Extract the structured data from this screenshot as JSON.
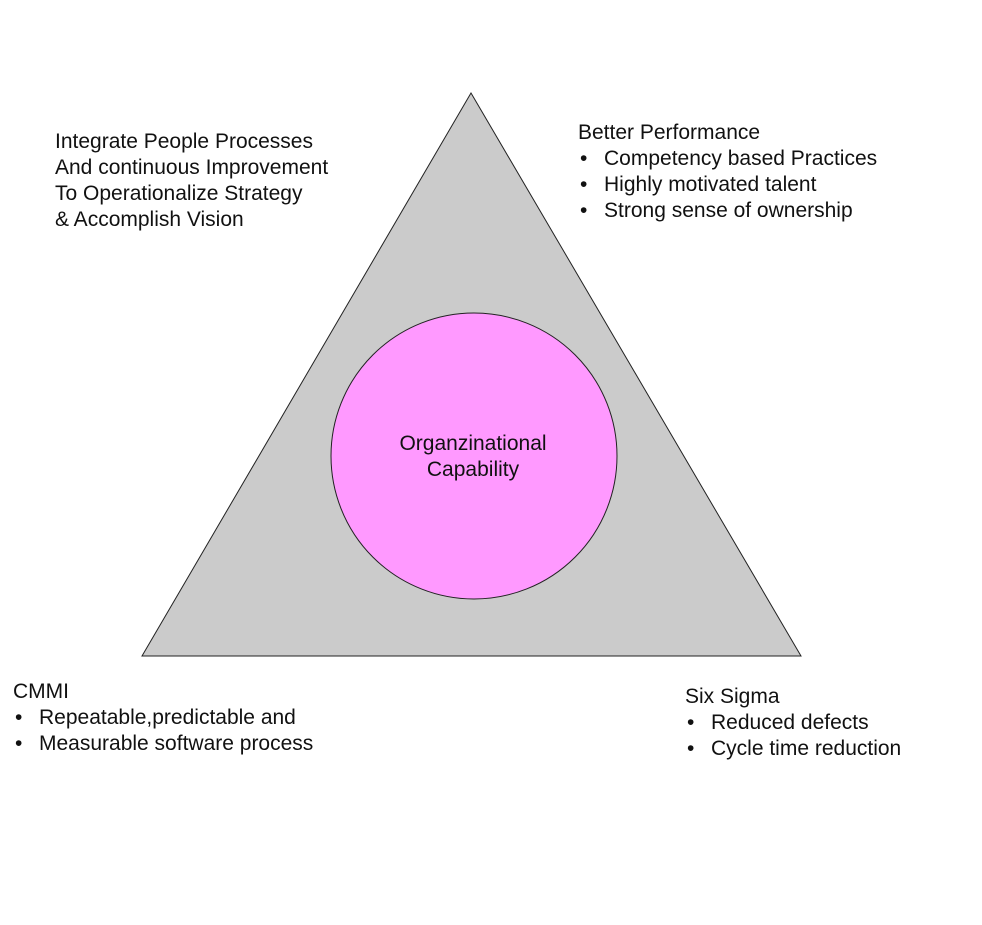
{
  "colors": {
    "triangle_fill": "#cbcbcb",
    "circle_fill": "#ff99ff",
    "stroke": "#222222",
    "text": "#111111"
  },
  "center": {
    "lines": [
      "Organzinational",
      "Capability"
    ]
  },
  "top_left": {
    "lines": [
      "Integrate People Processes",
      "And continuous Improvement",
      "To Operationalize Strategy",
      "& Accomplish Vision"
    ]
  },
  "top_right": {
    "title": "Better Performance",
    "bullets": [
      "Competency based Practices",
      "Highly motivated talent",
      "Strong sense of ownership"
    ]
  },
  "bottom_left": {
    "title": "CMMI",
    "bullets": [
      "Repeatable,predictable and",
      "Measurable software process"
    ]
  },
  "bottom_right": {
    "title": "Six Sigma",
    "bullets": [
      "Reduced defects",
      "Cycle time reduction"
    ]
  }
}
